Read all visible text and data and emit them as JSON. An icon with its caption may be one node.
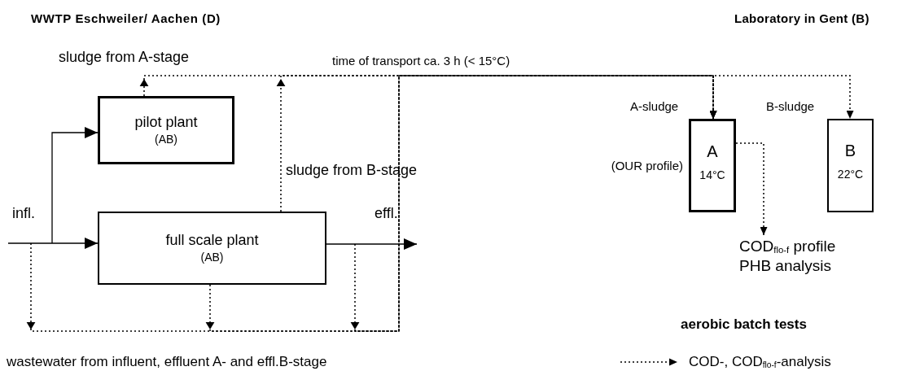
{
  "diagram": {
    "nodes": [
      {
        "text": [
          "pilot plant",
          "(AB)"
        ]
      },
      {
        "text": [
          "full scale plant",
          "(AB)"
        ]
      },
      {
        "text": [
          "A",
          "14°C"
        ],
        "beside": [
          "(OUR profile)"
        ]
      },
      {
        "text": [
          "B",
          "22°C"
        ]
      },
      {
        "text": [
          "COD$_{flo-f}$ profile",
          "PHB analysis"
        ]
      }
    ],
    "edges": [
      {
        "from": null,
        "to": 1,
        "arrow": "to"
      },
      {
        "from": null,
        "to": 0,
        "arrow": "to"
      },
      {
        "from": 1,
        "to": null,
        "arrow": "to"
      },
      {
        "from": 0,
        "to": 2,
        "arrow": "to",
        "style": "dashed"
      },
      {
        "from": 1,
        "to": 3,
        "arrow": "to",
        "style": "dashed"
      },
      {
        "from": 1,
        "to": 2,
        "arrow": "to",
        "style": "dashed"
      },
      {
        "from": null,
        "to": 2,
        "arrow": "to",
        "style": "dashed"
      },
      {
        "from": null,
        "to": 2,
        "arrow": "to",
        "style": "dashed"
      },
      {
        "from": 2,
        "to": 4,
        "arrow": "to",
        "style": "dashed"
      }
    ],
    "labels": [
      "WWTP Eschweiler/ Aachen (D)",
      "Laboratory in Gent (B)",
      "sludge from A-stage",
      "time of transport ca. 3 h (< 15°C)",
      "sludge from B-stage",
      "infl.",
      "effl.",
      "A-sludge",
      "B-sludge",
      "aerobic batch tests",
      "wastewater from influent, effluent A- and effl.B-stage"
    ],
    "legend": [
      {
        "text": "COD-, COD$_{flo-f}$-analysis"
      }
    ]
  }
}
